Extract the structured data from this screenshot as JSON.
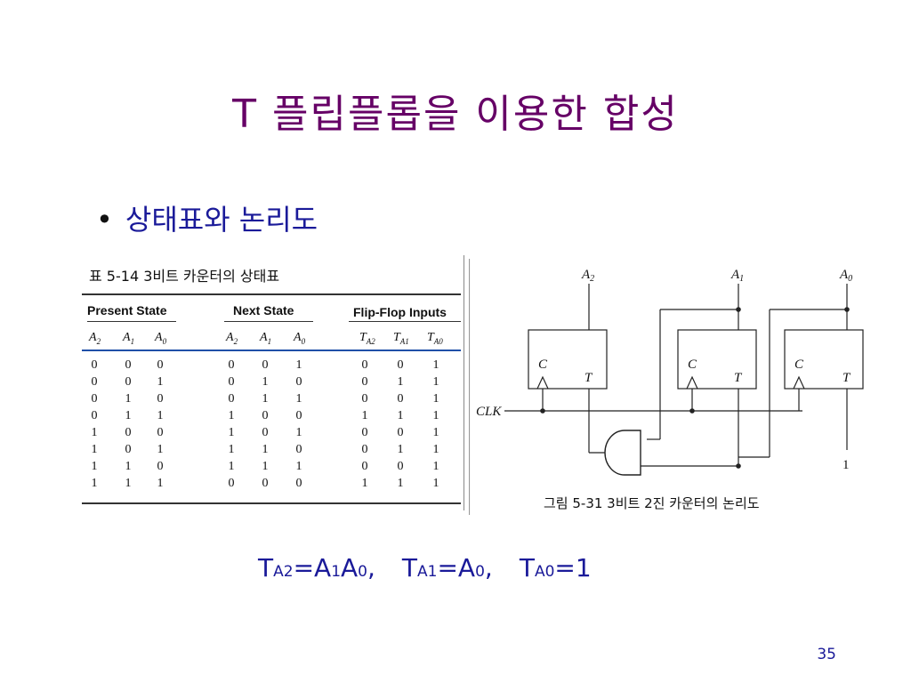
{
  "slide": {
    "title": "T 플립플롭을 이용한 합성",
    "bullet": "상태표와 논리도",
    "page_number": "35"
  },
  "table": {
    "caption": "표 5-14  3비트 카운터의 상태표",
    "groups": [
      "Present State",
      "Next State",
      "Flip-Flop Inputs"
    ],
    "present_cols": [
      {
        "b": "A",
        "s": "2"
      },
      {
        "b": "A",
        "s": "1"
      },
      {
        "b": "A",
        "s": "0"
      }
    ],
    "next_cols": [
      {
        "b": "A",
        "s": "2"
      },
      {
        "b": "A",
        "s": "1"
      },
      {
        "b": "A",
        "s": "0"
      }
    ],
    "input_cols": [
      {
        "b": "T",
        "s": "A2"
      },
      {
        "b": "T",
        "s": "A1"
      },
      {
        "b": "T",
        "s": "A0"
      }
    ],
    "rows": [
      [
        "0",
        "0",
        "0",
        "0",
        "0",
        "1",
        "0",
        "0",
        "1"
      ],
      [
        "0",
        "0",
        "1",
        "0",
        "1",
        "0",
        "0",
        "1",
        "1"
      ],
      [
        "0",
        "1",
        "0",
        "0",
        "1",
        "1",
        "0",
        "0",
        "1"
      ],
      [
        "0",
        "1",
        "1",
        "1",
        "0",
        "0",
        "1",
        "1",
        "1"
      ],
      [
        "1",
        "0",
        "0",
        "1",
        "0",
        "1",
        "0",
        "0",
        "1"
      ],
      [
        "1",
        "0",
        "1",
        "1",
        "1",
        "0",
        "0",
        "1",
        "1"
      ],
      [
        "1",
        "1",
        "0",
        "1",
        "1",
        "1",
        "0",
        "0",
        "1"
      ],
      [
        "1",
        "1",
        "1",
        "0",
        "0",
        "0",
        "1",
        "1",
        "1"
      ]
    ]
  },
  "diagram": {
    "outputs": [
      {
        "b": "A",
        "s": "2"
      },
      {
        "b": "A",
        "s": "1"
      },
      {
        "b": "A",
        "s": "0"
      }
    ],
    "clock_label": "CLK",
    "clock_pin": "C",
    "toggle_pin": "T",
    "constant_input": "1",
    "caption": "그림 5-31  3비트 2진 카운터의 논리도"
  },
  "equations": {
    "ta2": {
      "t": "T",
      "sub": "A2",
      "eq": "=A",
      "a1": "1",
      "a": "A",
      "a0": "0",
      "sep": ","
    },
    "ta1": {
      "t": "T",
      "sub": "A1",
      "eq": "=A",
      "a0": "0",
      "sep": ","
    },
    "ta0": {
      "t": "T",
      "sub": "A0",
      "eq": "=1"
    }
  }
}
